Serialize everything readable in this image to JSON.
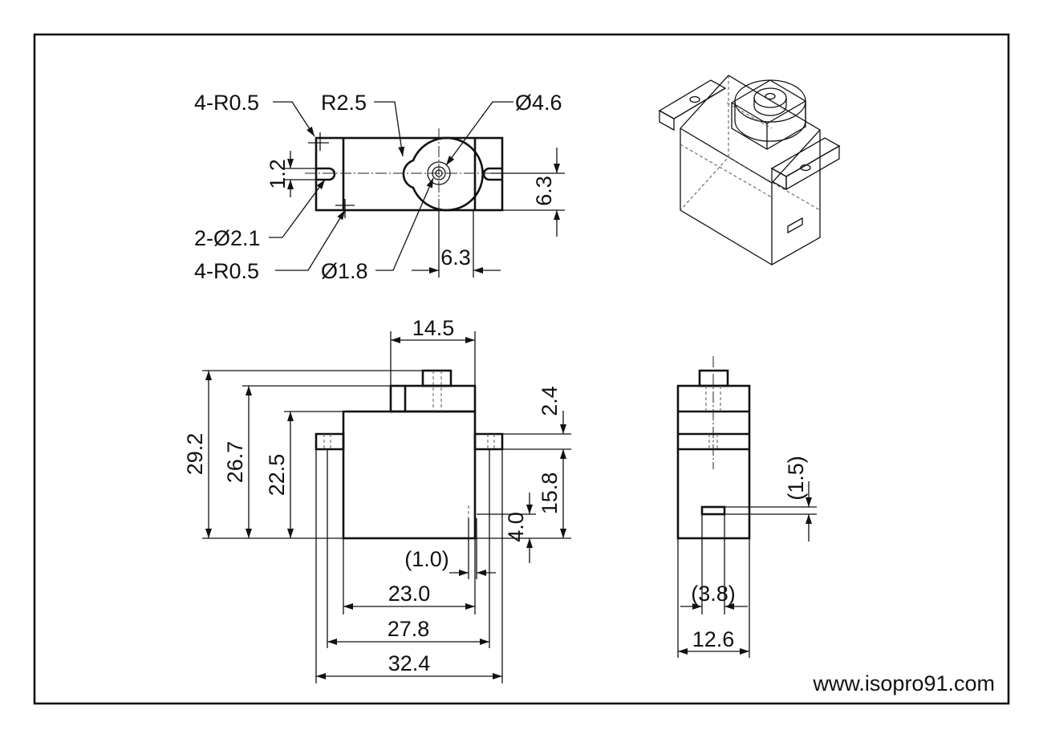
{
  "drawing": {
    "watermark": "www.isopro91.com",
    "top_view": {
      "label_corner_radius_top": "4-R0.5",
      "label_corner_radius_bottom": "4-R0.5",
      "label_boss_radius": "R2.5",
      "label_spline_dia": "Ø4.6",
      "label_hole_dia": "2-Ø2.1",
      "label_screw_dia": "Ø1.8",
      "dim_slot_width": "1.2",
      "dim_center_offset_v": "6.3",
      "dim_center_offset_h": "6.3"
    },
    "front_view": {
      "dim_top_width": "14.5",
      "dim_total_height": "29.2",
      "dim_body_top_height": "26.7",
      "dim_body_height": "22.5",
      "dim_flange_thickness": "2.4",
      "dim_flange_height": "15.8",
      "dim_cable_height": "4.0",
      "dim_cable_offset": "(1.0)",
      "dim_body_width": "23.0",
      "dim_hole_spacing": "27.8",
      "dim_overall_width": "32.4"
    },
    "side_view": {
      "dim_cable_slot_height": "(1.5)",
      "dim_cable_slot_width": "(3.8)",
      "dim_body_depth": "12.6"
    }
  }
}
